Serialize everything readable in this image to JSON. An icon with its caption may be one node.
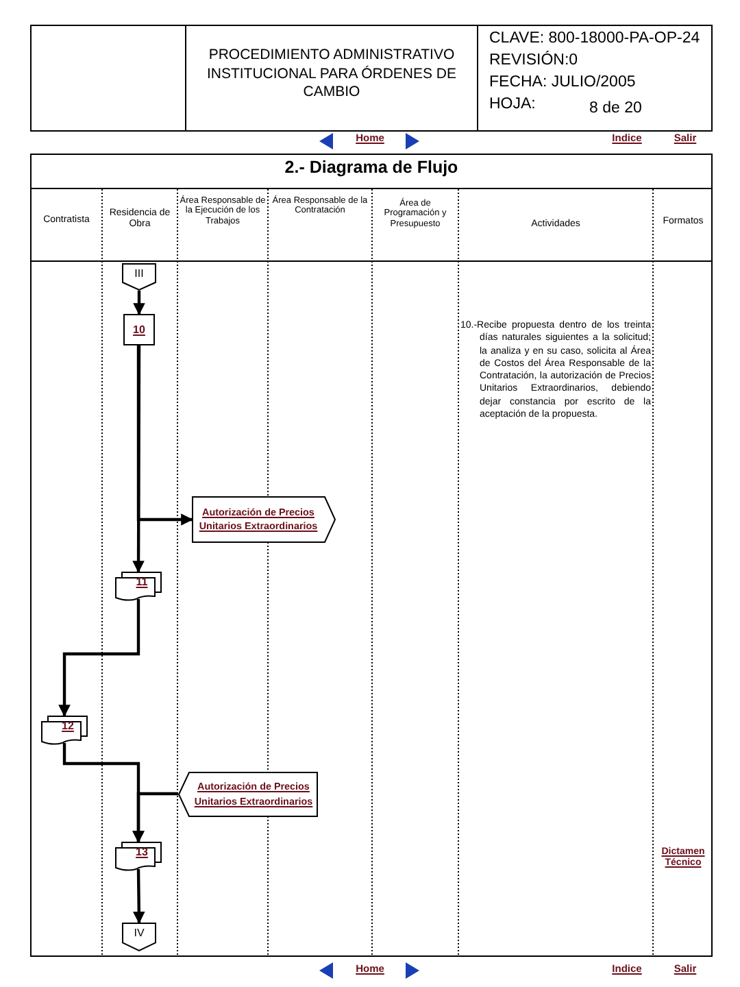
{
  "diagram": {
    "title": "PROCEDIMIENTO ADMINISTRATIVO INSTITUCIONAL PARA ÓRDENES DE CAMBIO",
    "nodes": [
      {
        "text": [
          "III"
        ]
      },
      {
        "text": [
          "10"
        ]
      },
      {
        "text": [
          "Autorización de Precios Unitarios Extraordinarios"
        ]
      },
      {
        "text": [
          "11"
        ]
      },
      {
        "text": [
          "12"
        ]
      },
      {
        "text": [
          "Autorización de Precios Unitarios Extraordinarios"
        ]
      },
      {
        "text": [
          "13"
        ]
      },
      {
        "text": [
          "IV"
        ]
      }
    ],
    "edges": [
      {
        "from": 0,
        "to": 1,
        "arrow": "to"
      },
      {
        "from": 1,
        "to": 3,
        "arrow": "to"
      },
      {
        "from": 1,
        "to": 2,
        "arrow": "to"
      },
      {
        "from": 3,
        "to": 4,
        "arrow": "to"
      },
      {
        "from": 4,
        "to": 6,
        "arrow": "to"
      },
      {
        "from": 5,
        "to": 6,
        "arrow": "to"
      },
      {
        "from": 6,
        "to": 7,
        "arrow": "to"
      }
    ],
    "labels": [
      "CLAVE: 800-18000-PA-OP-24",
      "REVISIÓN:0",
      "FECHA: JULIO/2005",
      "HOJA:",
      "8 de 20",
      "Home",
      "Indice",
      "Salir",
      "2.- Diagrama de Flujo",
      "Contratista",
      "Residencia de Obra",
      "Área Responsable de la Ejecución de los Trabajos",
      "Área Responsable de la Contratación",
      "Área de Programación y Presupuesto",
      "Actividades",
      "Formatos",
      "10.-Recibe propuesta dentro de los treinta días naturales siguientes a la solicitud; la analiza y en su caso, solicita al Área de Costos del Área Responsable de la Contratación, la autorización de Precios Unitarios Extraordinarios, debiendo dejar constancia por escrito de la aceptación de la propuesta.",
      "Dictamen Técnico",
      "Home",
      "Indice",
      "Salir"
    ]
  }
}
